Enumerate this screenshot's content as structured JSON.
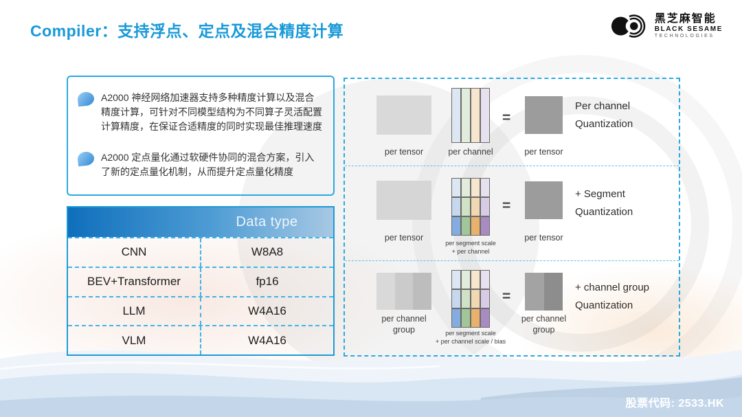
{
  "slide": {
    "title": "Compiler：支持浮点、定点及混合精度计算",
    "stock_code": "股票代码: 2533.HK"
  },
  "logo": {
    "name_cn": "黑芝麻智能",
    "name_en": "BLACK SESAME",
    "name_sub": "TECHNOLOGIES"
  },
  "bullets": [
    {
      "text": "A2000 神经网络加速器支持多种精度计算以及混合精度计算，可针对不同模型结构为不同算子灵活配置计算精度，在保证合适精度的同时实现最佳推理速度"
    },
    {
      "text": "A2000 定点量化通过软硬件协同的混合方案，引入了新的定点量化机制，从而提升定点量化精度"
    }
  ],
  "table": {
    "header": "Data type",
    "rows": [
      {
        "model": "CNN",
        "datatype": "W8A8"
      },
      {
        "model": "BEV+Transformer",
        "datatype": "fp16"
      },
      {
        "model": "LLM",
        "datatype": "W4A16"
      },
      {
        "model": "VLM",
        "datatype": "W4A16"
      }
    ]
  },
  "diagram": {
    "colors": {
      "pale": [
        "#dde6f3",
        "#e2ecdc",
        "#f6e6cd",
        "#e7e0ef"
      ],
      "mid": [
        "#c6d7ee",
        "#cfe2c6",
        "#f1d8b2",
        "#d7cbe6"
      ],
      "strong": [
        "#85acdf",
        "#a1c698",
        "#e9b26c",
        "#a88bc0"
      ]
    },
    "rows": [
      {
        "left_label_lines": [
          "per tensor"
        ],
        "left_segments": [
          "#d9d9d9"
        ],
        "mid_label_lines": [
          "per channel"
        ],
        "equals": "=",
        "right_segments": [
          "#9c9c9c"
        ],
        "right_label_lines": [
          "per tensor"
        ],
        "caption_lines": [
          "Per channel",
          "Quantization"
        ]
      },
      {
        "left_label_lines": [
          "per tensor"
        ],
        "left_segments": [
          "#d6d6d6"
        ],
        "mid_label_lines": [
          "per segment scale",
          "+ per channel"
        ],
        "equals": "=",
        "right_segments": [
          "#9c9c9c"
        ],
        "right_label_lines": [
          "per tensor"
        ],
        "caption_lines": [
          "+ Segment",
          "Quantization"
        ]
      },
      {
        "left_label_lines": [
          "per channel",
          "group"
        ],
        "left_segments": [
          "#d9d9d9",
          "#cbcbcb",
          "#bdbdbd"
        ],
        "mid_label_lines": [
          "per segment scale",
          "+ per channel scale / bias"
        ],
        "equals": "=",
        "right_segments": [
          "#a3a3a3",
          "#8d8d8d"
        ],
        "right_label_lines": [
          "per channel",
          "group"
        ],
        "caption_lines": [
          "+ channel group",
          "Quantization"
        ]
      }
    ]
  }
}
